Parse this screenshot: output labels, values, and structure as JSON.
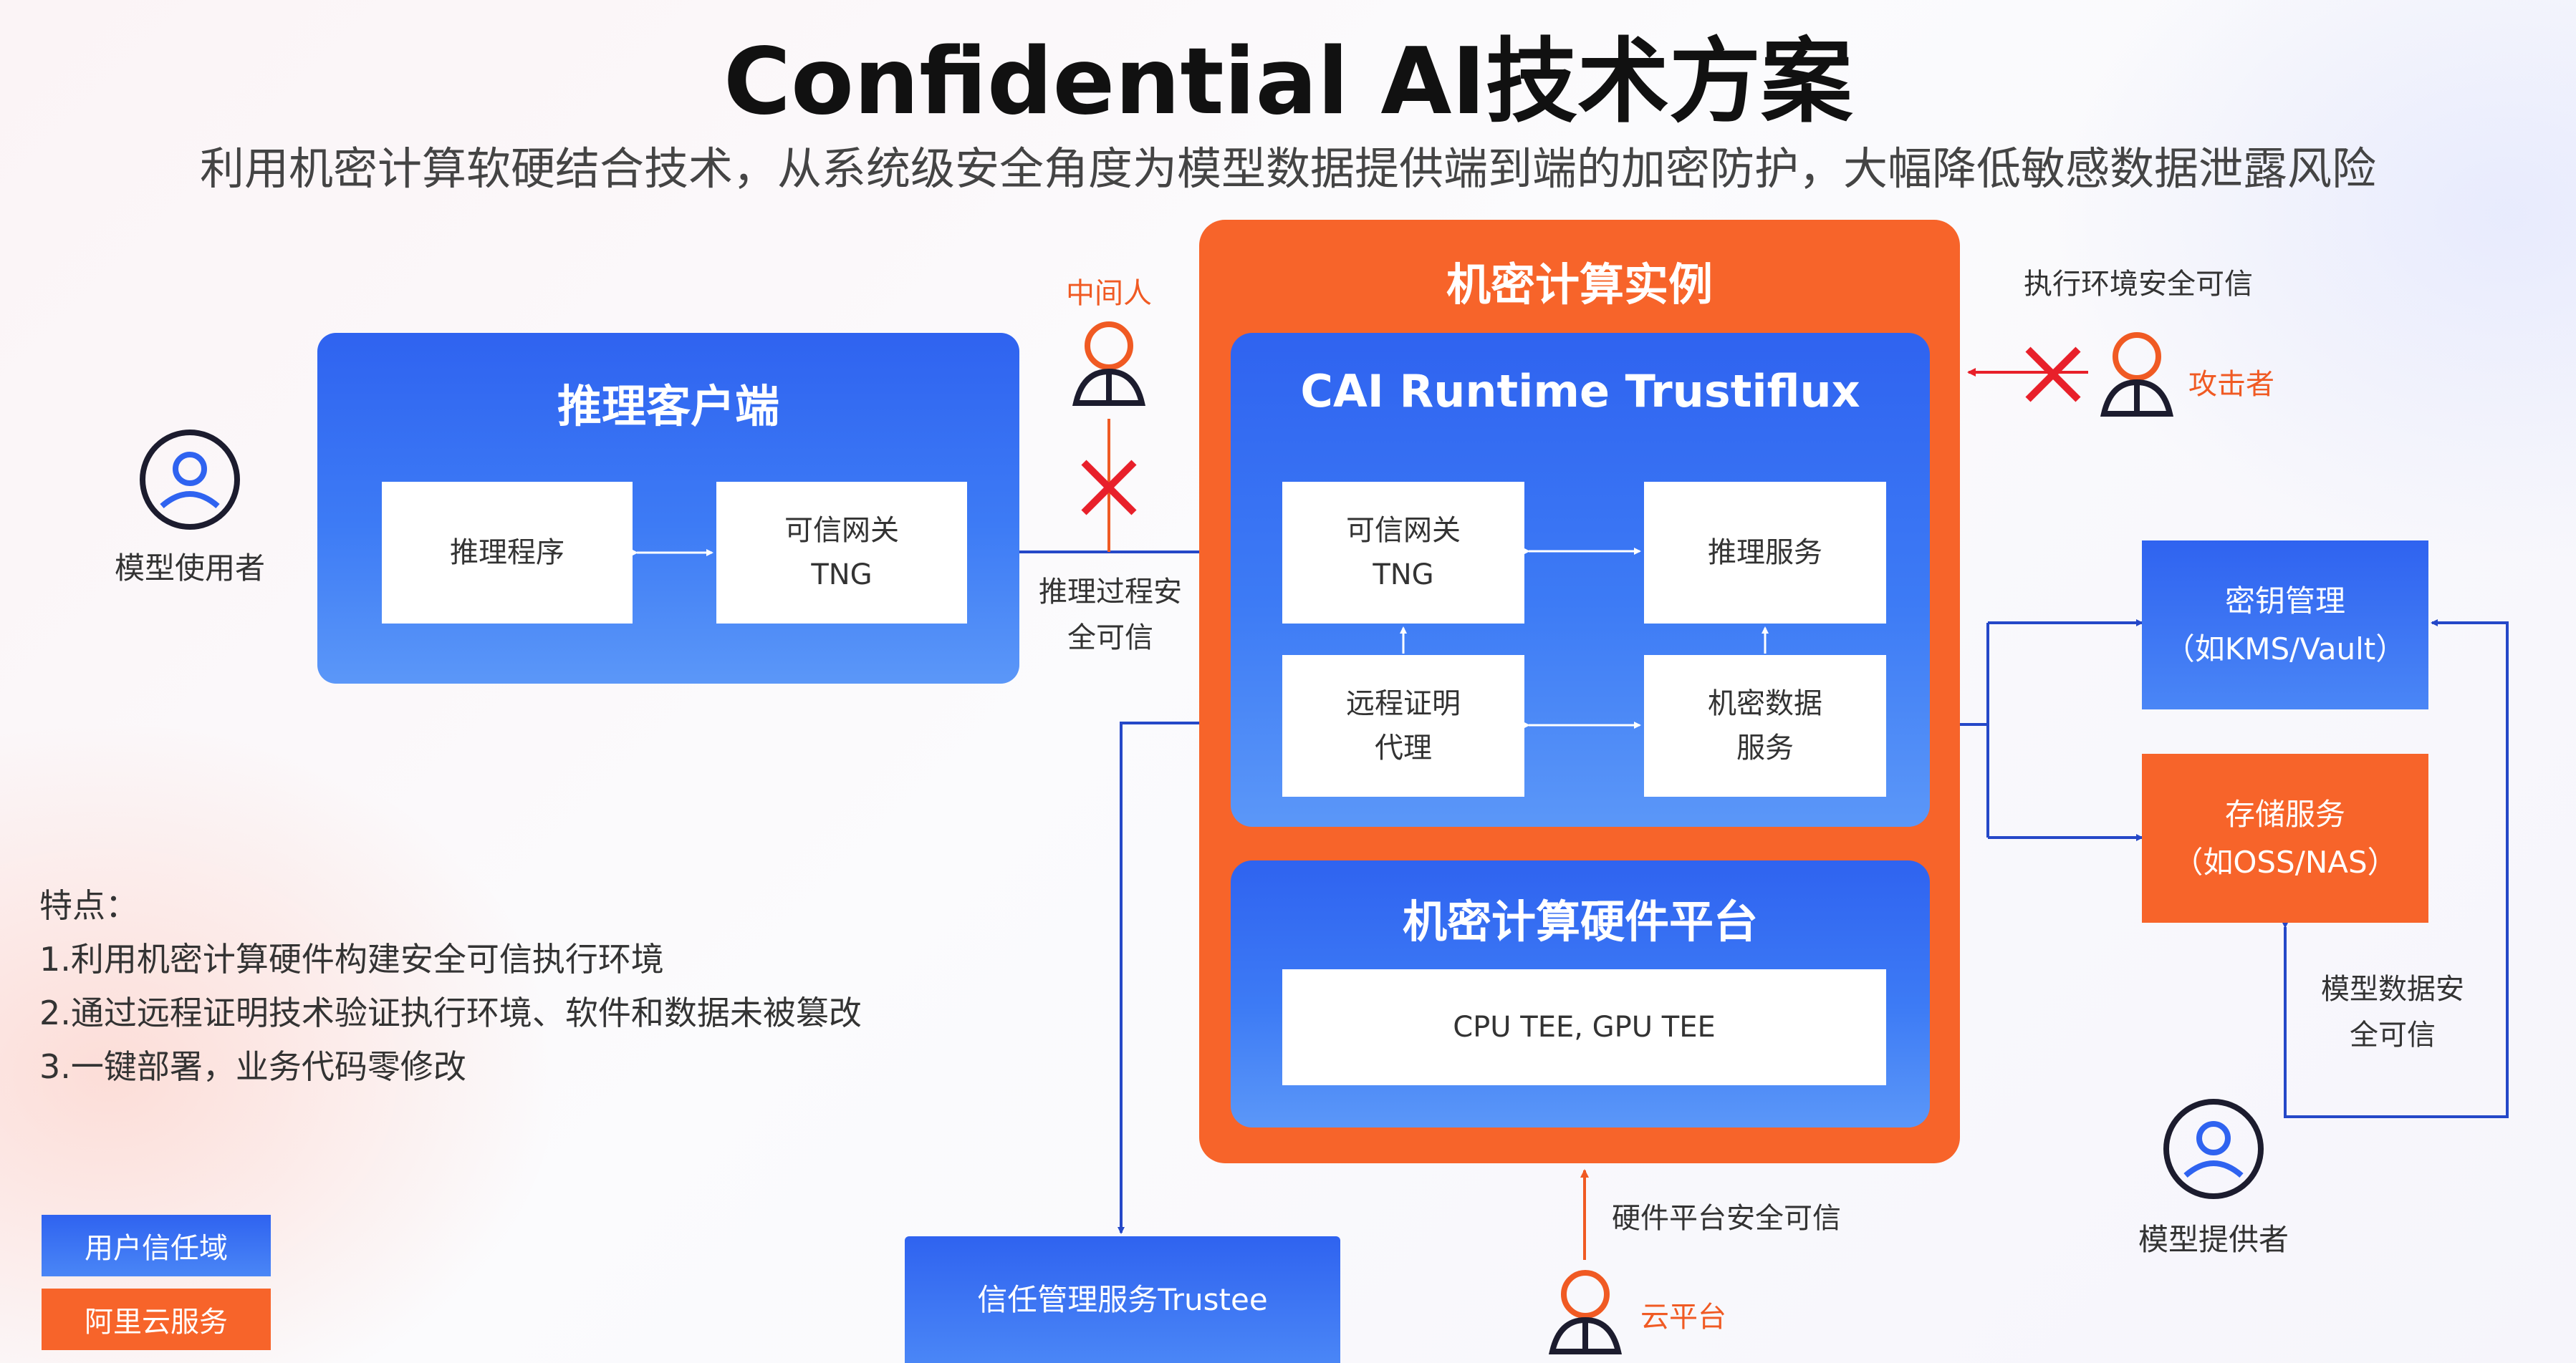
{
  "title": "Confidential AI技术方案",
  "subtitle": "利用机密计算软硬结合技术，从系统级安全角度为模型数据提供端到端的加密防护，大幅降低敏感数据泄露风险",
  "colors": {
    "blue": "#2f63f0",
    "orange": "#f7642a",
    "attack_red": "#e8202a",
    "line_blue": "#2548c8"
  },
  "inference_client": {
    "title": "推理客户端",
    "program": "推理程序",
    "gateway": "可信网关\nTNG"
  },
  "confidential_instance": {
    "title": "机密计算实例",
    "runtime": {
      "title": "CAI Runtime Trustiflux",
      "gateway": "可信网关\nTNG",
      "inference_service": "推理服务",
      "attestation_agent": "远程证明\n代理",
      "data_service": "机密数据\n服务"
    },
    "hardware": {
      "title": "机密计算硬件平台",
      "tee": "CPU TEE, GPU TEE"
    }
  },
  "actors": {
    "model_user": "模型使用者",
    "mitm": "中间人",
    "attacker": "攻击者",
    "model_provider": "模型提供者",
    "cloud": "云平台"
  },
  "labels": {
    "inference_secure": "推理过程安\n全可信",
    "env_secure": "执行环境安全可信",
    "hw_secure": "硬件平台安全可信",
    "model_data_secure": "模型数据安\n全可信"
  },
  "services": {
    "kms": "密钥管理\n（如KMS/Vault）",
    "storage": "存储服务\n（如OSS/NAS）",
    "trustee": "信任管理服务Trustee"
  },
  "features": {
    "heading": "特点：",
    "items": [
      "1.利用机密计算硬件构建安全可信执行环境",
      "2.通过远程证明技术验证执行环境、软件和数据未被篡改",
      "3.一键部署，业务代码零修改"
    ]
  },
  "legend": {
    "user_domain": "用户信任域",
    "aliyun": "阿里云服务"
  }
}
